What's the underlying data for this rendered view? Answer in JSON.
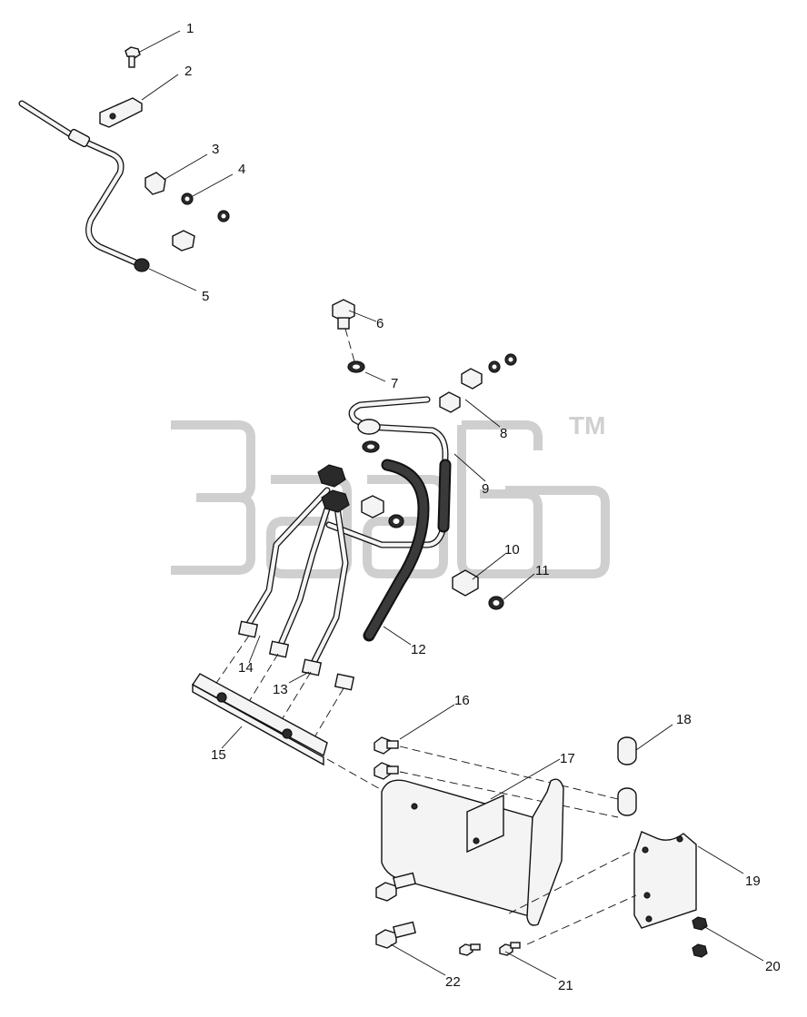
{
  "watermark": {
    "text": "TM",
    "color": "#d0d0d0"
  },
  "callouts": [
    "1",
    "2",
    "3",
    "4",
    "5",
    "6",
    "7",
    "8",
    "9",
    "10",
    "11",
    "12",
    "13",
    "14",
    "15",
    "16",
    "17",
    "18",
    "19",
    "20",
    "21",
    "22"
  ]
}
